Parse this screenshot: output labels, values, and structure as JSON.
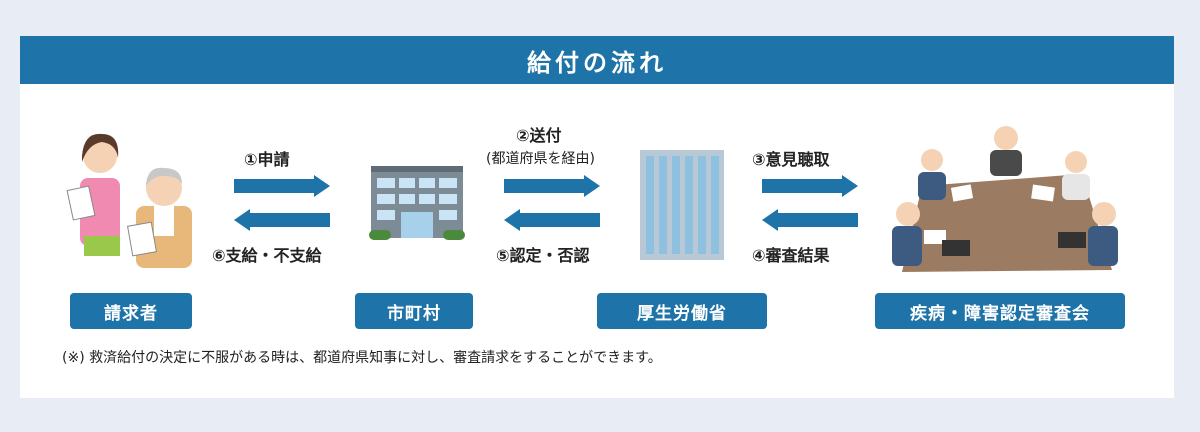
{
  "title": "給付の流れ",
  "nodes": {
    "claimant": "請求者",
    "municipality": "市町村",
    "ministry": "厚生労働省",
    "council": "疾病・障害認定審査会"
  },
  "steps": {
    "s1": "①申請",
    "s2": "②送付",
    "s2_sub": "(都道府県を経由)",
    "s3": "③意見聴取",
    "s4": "④審査結果",
    "s5": "⑤認定・否認",
    "s6": "⑥支給・不支給"
  },
  "note": "(※) 救済給付の決定に不服がある時は、都道府県知事に対し、審査請求をすることができます。",
  "colors": {
    "accent": "#1e73a8",
    "background": "#e8edf5"
  }
}
